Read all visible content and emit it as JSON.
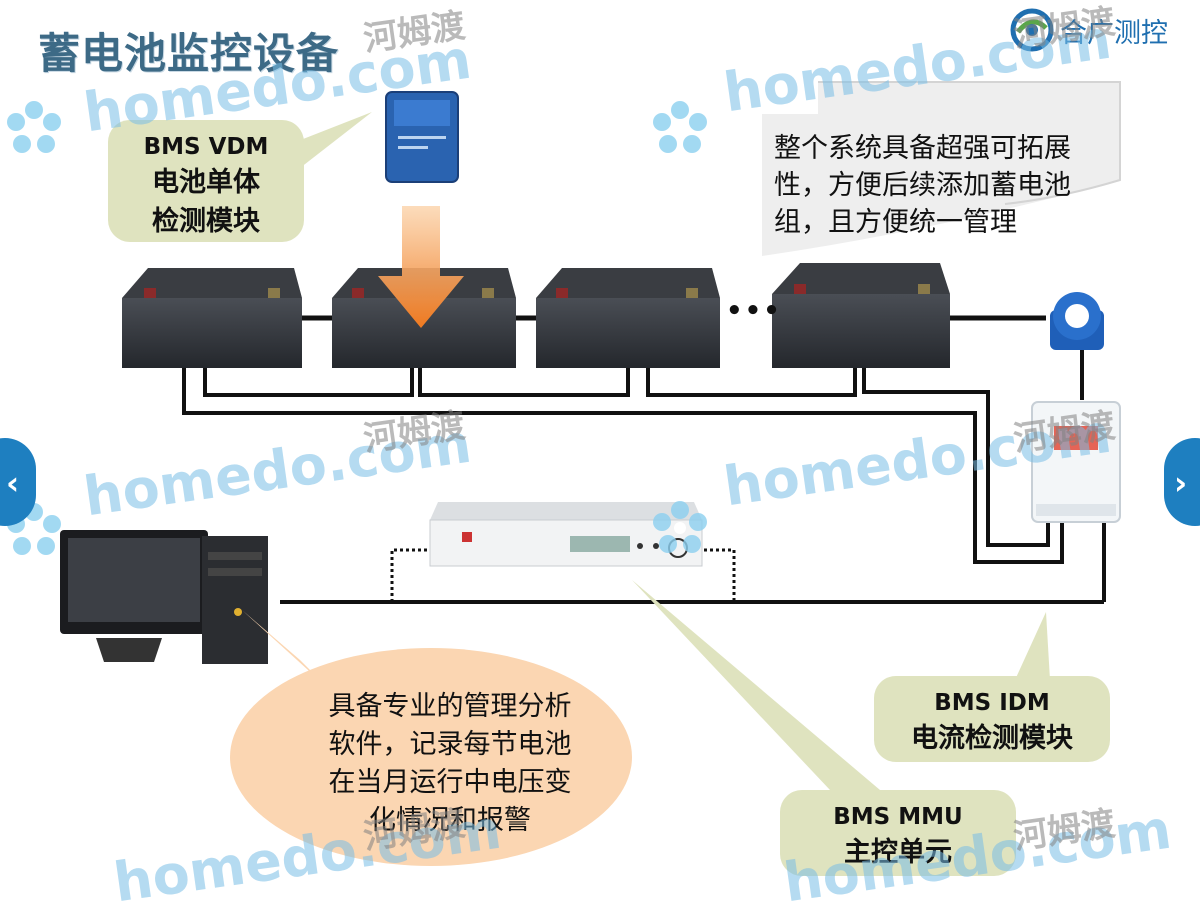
{
  "title": "蓄电池监控设备",
  "logo": {
    "text": "合广测控",
    "icon": "logo-swirl-icon"
  },
  "watermark": {
    "site": "homedo.com",
    "brand": "河姆渡"
  },
  "callouts": {
    "vdm": {
      "line1": "BMS  VDM",
      "line2": "电池单体",
      "line3": "检测模块"
    },
    "idm": {
      "line1": "BMS  IDM",
      "line2": "电流检测模块"
    },
    "mmu": {
      "line1": "BMS  MMU",
      "line2": "主控单元"
    }
  },
  "note": {
    "line1": "整个系统具备超强可拓展",
    "line2": "性，方便后续添加蓄电池",
    "line3": "组，且方便统一管理"
  },
  "software": {
    "line1": "具备专业的管理分析",
    "line2": "软件，记录每节电池",
    "line3": "在当月运行中电压变",
    "line4": "化情况和报警"
  },
  "batteries": {
    "ellipsis": "•••"
  },
  "nav": {
    "prev_icon": "chevron-left-icon",
    "next_icon": "chevron-right-icon"
  },
  "colors": {
    "title": "#3d6a86",
    "callout_bg": "#dfe3bf",
    "ellipse_bg": "#fbd6b2",
    "arrow": "#f08a30",
    "nav": "#1e7fc0",
    "logo": "#1f6fb0"
  }
}
